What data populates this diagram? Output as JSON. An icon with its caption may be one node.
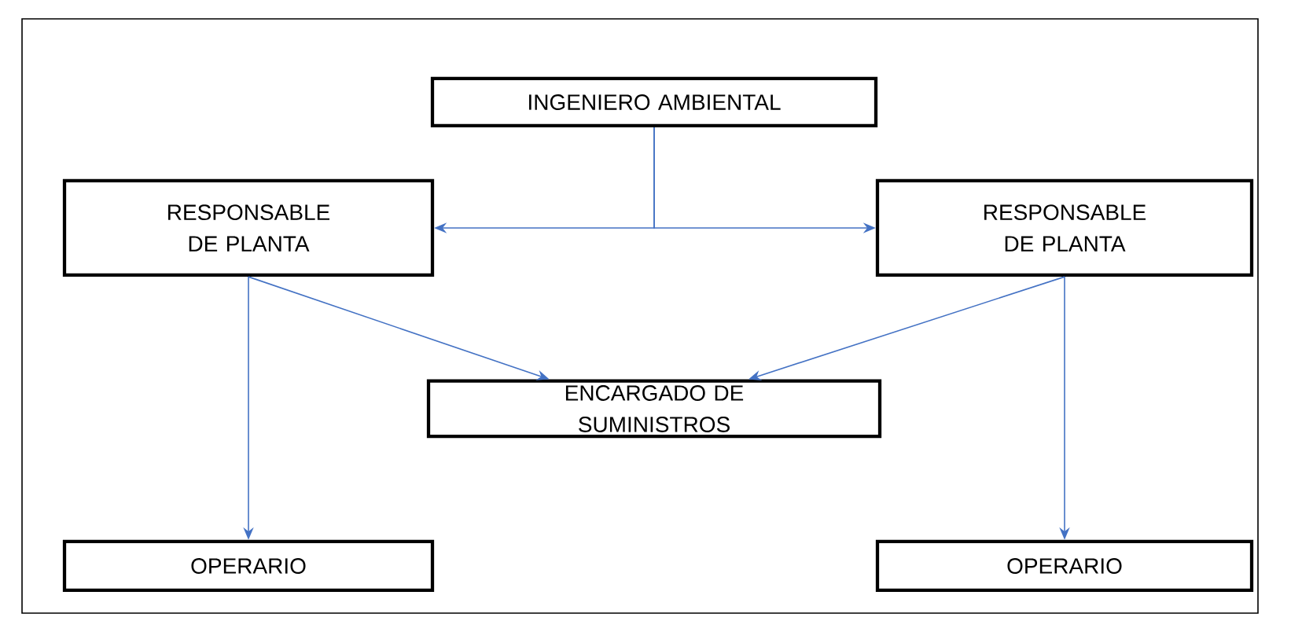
{
  "diagram": {
    "nodes": [
      {
        "text": [
          "INGENIERO AMBIENTAL"
        ]
      },
      {
        "text": [
          "RESPONSABLE DE PLANTA"
        ]
      },
      {
        "text": [
          "RESPONSABLE DE PLANTA"
        ]
      },
      {
        "text": [
          "ENCARGADO DE SUMINISTROS"
        ]
      },
      {
        "text": [
          "OPERARIO"
        ]
      },
      {
        "text": [
          "OPERARIO"
        ]
      }
    ],
    "edges": [
      {
        "from": 0,
        "to": 1,
        "arrow": "to"
      },
      {
        "from": 0,
        "to": 2,
        "arrow": "to"
      },
      {
        "from": 1,
        "to": 3,
        "arrow": "to"
      },
      {
        "from": 2,
        "to": 3,
        "arrow": "to"
      },
      {
        "from": 1,
        "to": 4,
        "arrow": "to"
      },
      {
        "from": 2,
        "to": 5,
        "arrow": "to"
      }
    ]
  }
}
